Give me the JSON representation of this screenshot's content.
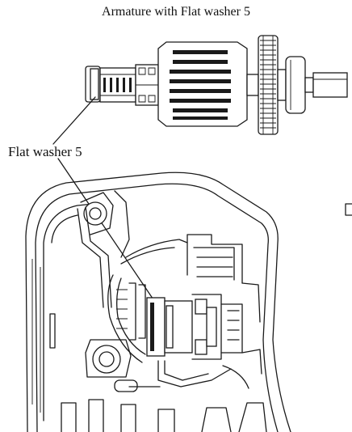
{
  "diagram": {
    "title": "Armature with Flat washer 5",
    "callout_label": "Flat washer 5",
    "line_color": "#1a1a1a",
    "background": "#ffffff"
  },
  "figures": {
    "armature": "armature-drawing",
    "housing": "gear-housing-drawing"
  }
}
